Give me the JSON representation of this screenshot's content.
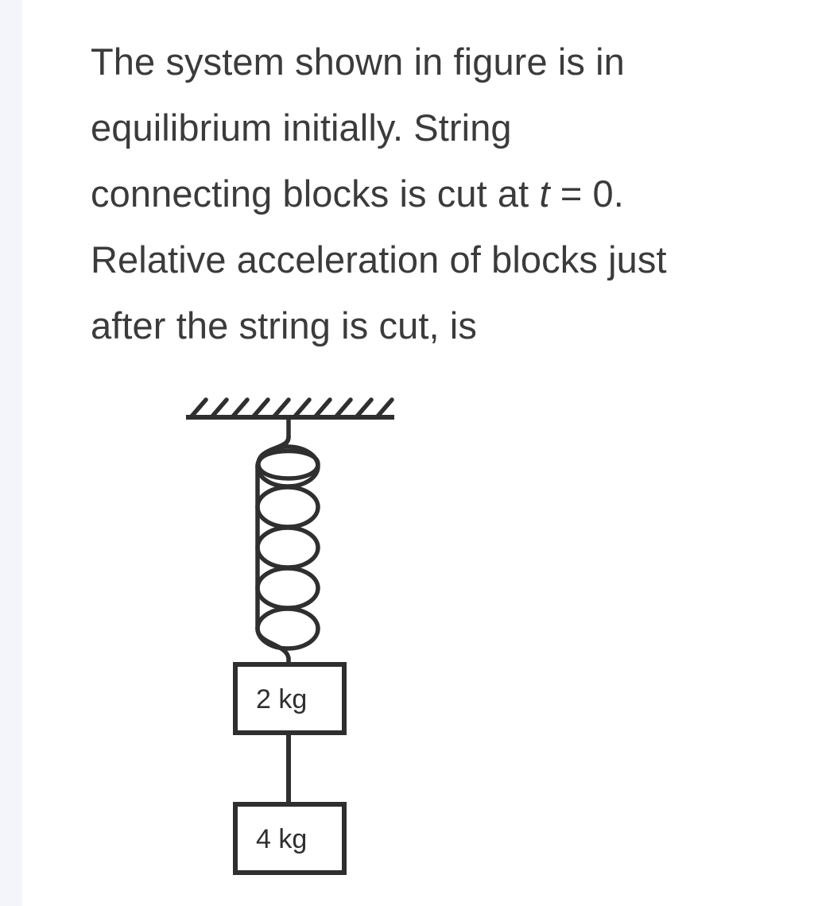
{
  "page": {
    "background_color": "#ffffff",
    "margin_strip_color": "#f4f5fa",
    "text_color": "#3b3b3b",
    "ink_color": "#2f2f2f"
  },
  "question": {
    "lines": [
      "The system shown in figure is in",
      "equilibrium initially. String",
      "connecting blocks is cut at ",
      "Relative acceleration of blocks just",
      "after the string is cut, is"
    ],
    "line3_prefix": "connecting blocks is cut at ",
    "line3_variable": "t",
    "line3_suffix": " = 0."
  },
  "figure": {
    "ceiling_label": "hatched-ceiling",
    "spring_label": "coil-spring",
    "spring_coils": 5,
    "blocks": [
      {
        "mass_label": "2 kg"
      },
      {
        "mass_label": "4 kg"
      }
    ],
    "connector_label": "string-connecting-blocks"
  }
}
